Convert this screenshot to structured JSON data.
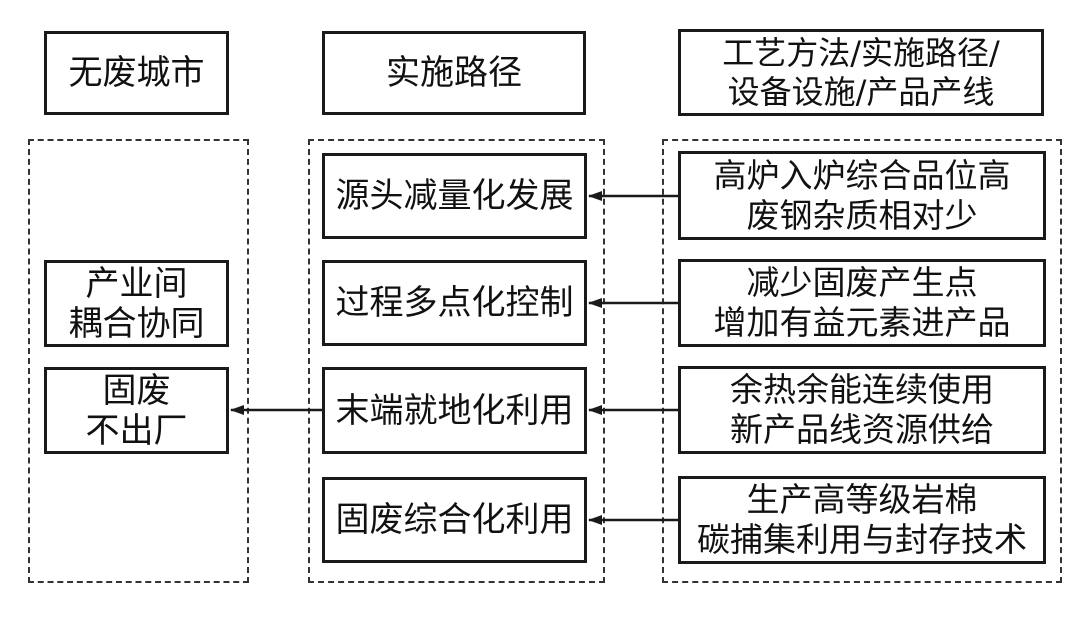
{
  "headers": {
    "col1": "无废城市",
    "col2": "实施路径",
    "col3": "工艺方法/实施路径/\n设备设施/产品产线"
  },
  "left": {
    "box1": "产业间\n耦合协同",
    "box2": "固废\n不出厂"
  },
  "middle": [
    "源头减量化发展",
    "过程多点化控制",
    "末端就地化利用",
    "固废综合化利用"
  ],
  "right": [
    "高炉入炉综合品位高\n废钢杂质相对少",
    "减少固废产生点\n增加有益元素进产品",
    "余热余能连续使用\n新产品线资源供给",
    "生产高等级岩棉\n碳捕集利用与封存技术"
  ]
}
